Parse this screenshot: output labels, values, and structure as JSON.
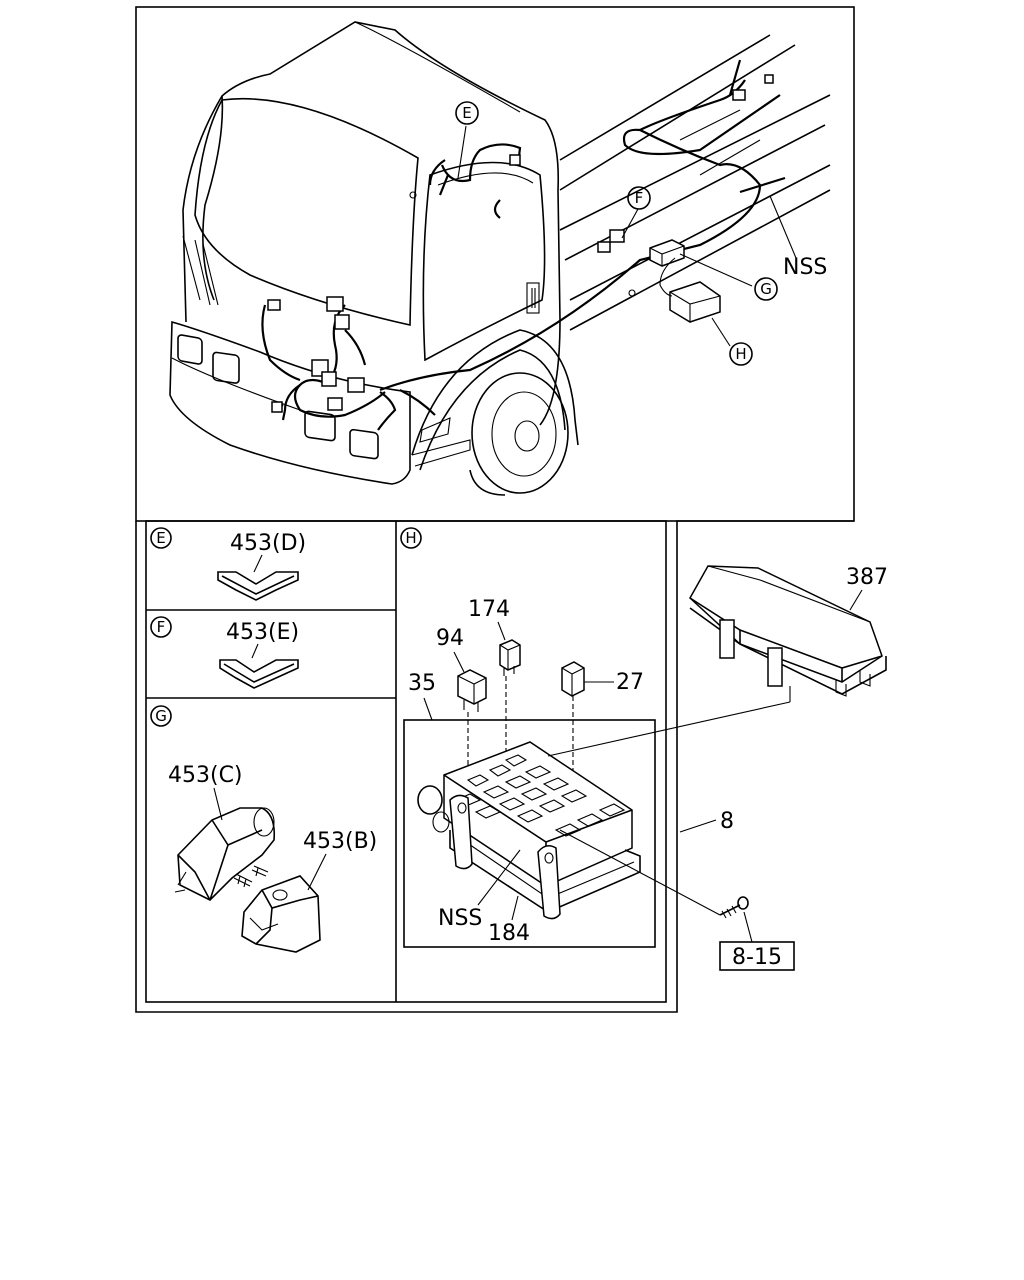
{
  "callouts": {
    "main": {
      "E": "E",
      "F": "F",
      "G": "G",
      "H": "H",
      "nss": "NSS"
    },
    "panel_e": {
      "circle": "E",
      "part": "453(D)"
    },
    "panel_f": {
      "circle": "F",
      "part": "453(E)"
    },
    "panel_g": {
      "circle": "G",
      "part_c": "453(C)",
      "part_b": "453(B)"
    },
    "panel_h": {
      "circle": "H",
      "p174": "174",
      "p94": "94",
      "p35": "35",
      "p27": "27",
      "nss": "NSS",
      "p184": "184"
    },
    "cover": {
      "p387": "387",
      "p8": "8",
      "ref": "8-15"
    }
  }
}
